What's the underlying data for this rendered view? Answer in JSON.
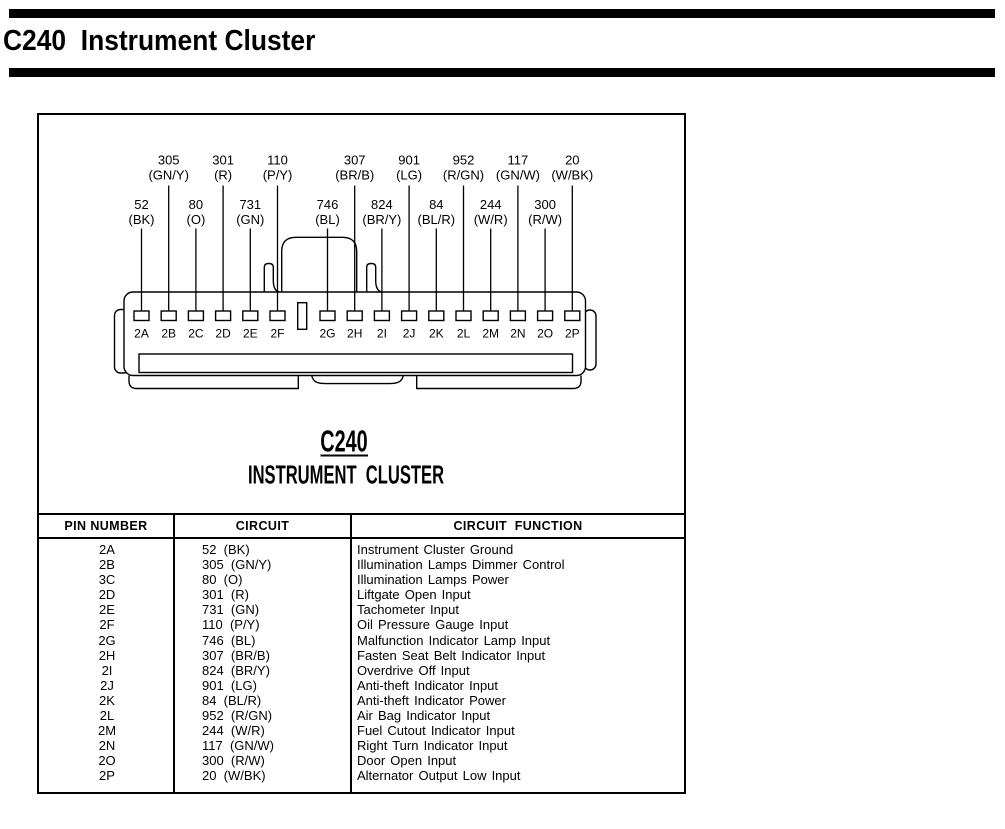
{
  "page": {
    "title": "C240  Instrument Cluster"
  },
  "colors": {
    "ink": "#000000",
    "paper": "#ffffff"
  },
  "diagram": {
    "connector_name": "C240",
    "connector_label": "INSTRUMENT  CLUSTER",
    "pins": [
      {
        "id": "2A",
        "circuit": "52",
        "color": "(BK)"
      },
      {
        "id": "2B",
        "circuit": "305",
        "color": "(GN/Y)"
      },
      {
        "id": "2C",
        "circuit": "80",
        "color": "(O)"
      },
      {
        "id": "2D",
        "circuit": "301",
        "color": "(R)"
      },
      {
        "id": "2E",
        "circuit": "731",
        "color": "(GN)"
      },
      {
        "id": "2F",
        "circuit": "110",
        "color": "(P/Y)"
      },
      {
        "id": "2G",
        "circuit": "746",
        "color": "(BL)"
      },
      {
        "id": "2H",
        "circuit": "307",
        "color": "(BR/B)"
      },
      {
        "id": "2I",
        "circuit": "824",
        "color": "(BR/Y)"
      },
      {
        "id": "2J",
        "circuit": "901",
        "color": "(LG)"
      },
      {
        "id": "2K",
        "circuit": "84",
        "color": "(BL/R)"
      },
      {
        "id": "2L",
        "circuit": "952",
        "color": "(R/GN)"
      },
      {
        "id": "2M",
        "circuit": "244",
        "color": "(W/R)"
      },
      {
        "id": "2N",
        "circuit": "117",
        "color": "(GN/W)"
      },
      {
        "id": "2O",
        "circuit": "300",
        "color": "(R/W)"
      },
      {
        "id": "2P",
        "circuit": "20",
        "color": "(W/BK)"
      }
    ]
  },
  "table": {
    "headers": [
      "PIN NUMBER",
      "CIRCUIT",
      "CIRCUIT  FUNCTION"
    ],
    "rows": [
      {
        "pin": "2A",
        "circuit": "52",
        "color": "(BK)",
        "function": "Instrument Cluster Ground"
      },
      {
        "pin": "2B",
        "circuit": "305",
        "color": "(GN/Y)",
        "function": "Illumination Lamps Dimmer Control"
      },
      {
        "pin": "3C",
        "circuit": "80",
        "color": "(O)",
        "function": "Illumination Lamps Power"
      },
      {
        "pin": "2D",
        "circuit": "301",
        "color": "(R)",
        "function": "Liftgate Open Input"
      },
      {
        "pin": "2E",
        "circuit": "731",
        "color": "(GN)",
        "function": "Tachometer Input"
      },
      {
        "pin": "2F",
        "circuit": "110",
        "color": "(P/Y)",
        "function": "Oil Pressure Gauge Input"
      },
      {
        "pin": "2G",
        "circuit": "746",
        "color": "(BL)",
        "function": "Malfunction Indicator Lamp Input"
      },
      {
        "pin": "2H",
        "circuit": "307",
        "color": "(BR/B)",
        "function": "Fasten Seat Belt Indicator Input"
      },
      {
        "pin": "2I",
        "circuit": "824",
        "color": "(BR/Y)",
        "function": "Overdrive Off Input"
      },
      {
        "pin": "2J",
        "circuit": "901",
        "color": "(LG)",
        "function": "Anti-theft Indicator Input"
      },
      {
        "pin": "2K",
        "circuit": "84",
        "color": "(BL/R)",
        "function": "Anti-theft Indicator Power"
      },
      {
        "pin": "2L",
        "circuit": "952",
        "color": "(R/GN)",
        "function": "Air Bag Indicator Input"
      },
      {
        "pin": "2M",
        "circuit": "244",
        "color": "(W/R)",
        "function": "Fuel Cutout Indicator Input"
      },
      {
        "pin": "2N",
        "circuit": "117",
        "color": "(GN/W)",
        "function": "Right Turn Indicator Input"
      },
      {
        "pin": "2O",
        "circuit": "300",
        "color": "(R/W)",
        "function": "Door Open Input"
      },
      {
        "pin": "2P",
        "circuit": "20",
        "color": "(W/BK)",
        "function": "Alternator Output Low Input"
      }
    ]
  }
}
